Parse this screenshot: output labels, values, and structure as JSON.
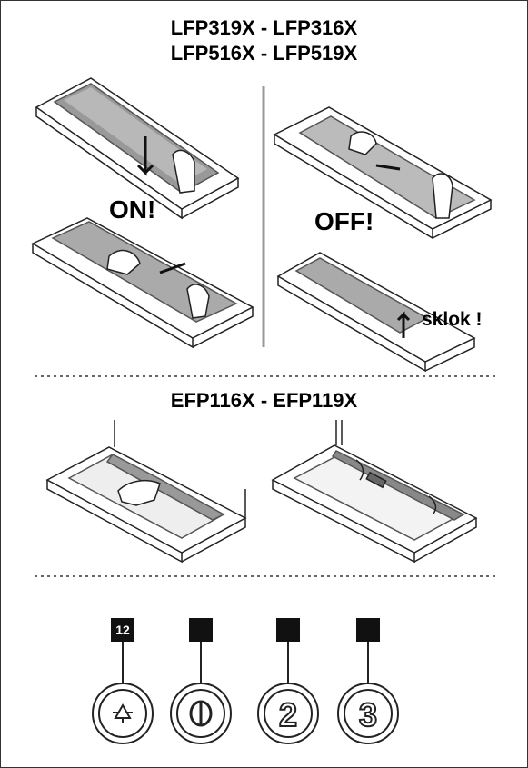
{
  "titles": {
    "top_line1": "LFP319X - LFP316X",
    "top_line2": "LFP516X - LFP519X",
    "middle": "EFP116X - EFP119X"
  },
  "labels": {
    "on": "ON!",
    "off": "OFF!",
    "sklok": "sklok !"
  },
  "control_panel": {
    "light_indicator": "12",
    "buttons": [
      {
        "name": "light",
        "icon": "light-bulb-icon"
      },
      {
        "name": "power",
        "icon": "power-icon",
        "symbol": "⏀"
      },
      {
        "name": "speed-2",
        "symbol": "2"
      },
      {
        "name": "speed-3",
        "symbol": "3"
      }
    ]
  }
}
